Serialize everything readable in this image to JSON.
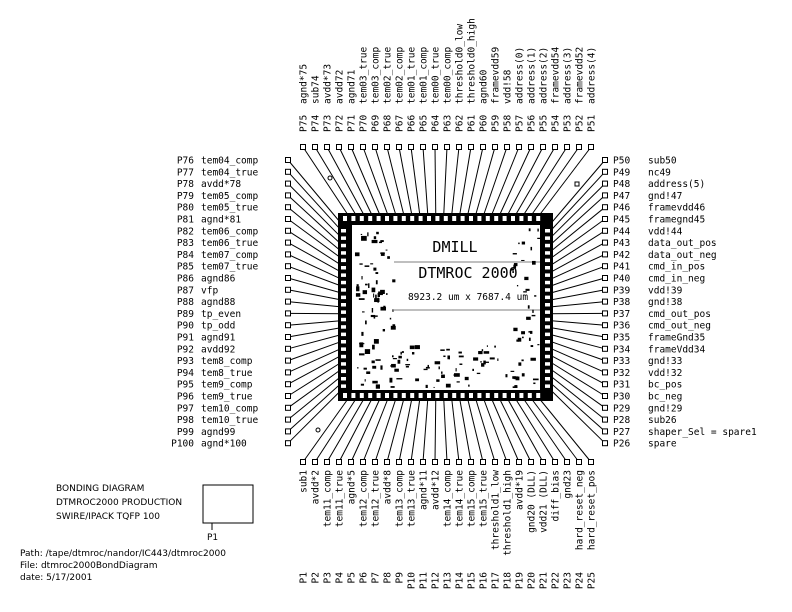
{
  "die": {
    "name1": "DMILL",
    "name2": "DTMROC 2000",
    "size": "8923.2 um x 7687.4 um"
  },
  "info_box": {
    "line1": "BONDING DIAGRAM",
    "line2": "DTMROC2000 PRODUCTION",
    "line3": "SWIRE/IPACK TQFP 100",
    "pin1_label": "P1"
  },
  "footer": {
    "path": "Path: /tape/dtmroc/nandor/IC443/dtmroc2000",
    "file": "File: dtmroc2000BondDiagram",
    "date": "date: 5/17/2001"
  },
  "pins_left": [
    {
      "num": "P76",
      "name": "tem04_comp"
    },
    {
      "num": "P77",
      "name": "tem04_true"
    },
    {
      "num": "P78",
      "name": "avdd*78"
    },
    {
      "num": "P79",
      "name": "tem05_comp"
    },
    {
      "num": "P80",
      "name": "tem05_true"
    },
    {
      "num": "P81",
      "name": "agnd*81"
    },
    {
      "num": "P82",
      "name": "tem06_comp"
    },
    {
      "num": "P83",
      "name": "tem06_true"
    },
    {
      "num": "P84",
      "name": "tem07_comp"
    },
    {
      "num": "P85",
      "name": "tem07_true"
    },
    {
      "num": "P86",
      "name": "agnd86"
    },
    {
      "num": "P87",
      "name": "vfp"
    },
    {
      "num": "P88",
      "name": "agnd88"
    },
    {
      "num": "P89",
      "name": "tp_even"
    },
    {
      "num": "P90",
      "name": "tp_odd"
    },
    {
      "num": "P91",
      "name": "agnd91"
    },
    {
      "num": "P92",
      "name": "avdd92"
    },
    {
      "num": "P93",
      "name": "tem8_comp"
    },
    {
      "num": "P94",
      "name": "tem8_true"
    },
    {
      "num": "P95",
      "name": "tem9_comp"
    },
    {
      "num": "P96",
      "name": "tem9_true"
    },
    {
      "num": "P97",
      "name": "tem10_comp"
    },
    {
      "num": "P98",
      "name": "tem10_true"
    },
    {
      "num": "P99",
      "name": "agnd99"
    },
    {
      "num": "P100",
      "name": "agnd*100"
    }
  ],
  "pins_right": [
    {
      "num": "P50",
      "name": "sub50"
    },
    {
      "num": "P49",
      "name": "nc49"
    },
    {
      "num": "P48",
      "name": "address(5)"
    },
    {
      "num": "P47",
      "name": "gnd!47"
    },
    {
      "num": "P46",
      "name": "framevdd46"
    },
    {
      "num": "P45",
      "name": "framegnd45"
    },
    {
      "num": "P44",
      "name": "vdd!44"
    },
    {
      "num": "P43",
      "name": "data_out_pos"
    },
    {
      "num": "P42",
      "name": "data_out_neg"
    },
    {
      "num": "P41",
      "name": "cmd_in_pos"
    },
    {
      "num": "P40",
      "name": "cmd_in_neg"
    },
    {
      "num": "P39",
      "name": "vdd!39"
    },
    {
      "num": "P38",
      "name": "gnd!38"
    },
    {
      "num": "P37",
      "name": "cmd_out_pos"
    },
    {
      "num": "P36",
      "name": "cmd_out_neg"
    },
    {
      "num": "P35",
      "name": "frameGnd35"
    },
    {
      "num": "P34",
      "name": "frameVdd34"
    },
    {
      "num": "P33",
      "name": "gnd!33"
    },
    {
      "num": "P32",
      "name": "vdd!32"
    },
    {
      "num": "P31",
      "name": "bc_pos"
    },
    {
      "num": "P30",
      "name": "bc_neg"
    },
    {
      "num": "P29",
      "name": "gnd!29"
    },
    {
      "num": "P28",
      "name": "sub26"
    },
    {
      "num": "P27",
      "name": "shaper_Sel = spare1"
    },
    {
      "num": "P26",
      "name": "spare"
    }
  ],
  "pins_top": [
    {
      "num": "P75",
      "name": "agnd*75"
    },
    {
      "num": "P74",
      "name": "sub74"
    },
    {
      "num": "P73",
      "name": "avdd*73"
    },
    {
      "num": "P72",
      "name": "avdd72"
    },
    {
      "num": "P71",
      "name": "agnd71"
    },
    {
      "num": "P70",
      "name": "tem03_true"
    },
    {
      "num": "P69",
      "name": "tem03_comp"
    },
    {
      "num": "P68",
      "name": "tem02_true"
    },
    {
      "num": "P67",
      "name": "tem02_comp"
    },
    {
      "num": "P66",
      "name": "tem01_true"
    },
    {
      "num": "P65",
      "name": "tem01_comp"
    },
    {
      "num": "P64",
      "name": "tem00_true"
    },
    {
      "num": "P63",
      "name": "tem00_comp"
    },
    {
      "num": "P62",
      "name": "threshold0_low"
    },
    {
      "num": "P61",
      "name": "threshold0_high"
    },
    {
      "num": "P60",
      "name": "agnd60"
    },
    {
      "num": "P59",
      "name": "framevdd59"
    },
    {
      "num": "P58",
      "name": "vdd!58"
    },
    {
      "num": "P57",
      "name": "address(0)"
    },
    {
      "num": "P56",
      "name": "address(1)"
    },
    {
      "num": "P55",
      "name": "address(2)"
    },
    {
      "num": "P54",
      "name": "framevdd54"
    },
    {
      "num": "P53",
      "name": "address(3)"
    },
    {
      "num": "P52",
      "name": "framevdd52"
    },
    {
      "num": "P51",
      "name": "address(4)"
    }
  ],
  "pins_bottom": [
    {
      "num": "P1",
      "name": "sub1"
    },
    {
      "num": "P2",
      "name": "avdd*2"
    },
    {
      "num": "P3",
      "name": "tem11_comp"
    },
    {
      "num": "P4",
      "name": "tem11_true"
    },
    {
      "num": "P5",
      "name": "agnd*5"
    },
    {
      "num": "P6",
      "name": "tem12_comp"
    },
    {
      "num": "P7",
      "name": "tem12_true"
    },
    {
      "num": "P8",
      "name": "avdd*8"
    },
    {
      "num": "P9",
      "name": "tem13_comp"
    },
    {
      "num": "P10",
      "name": "tem13_true"
    },
    {
      "num": "P11",
      "name": "agnd*11"
    },
    {
      "num": "P12",
      "name": "avdd*12"
    },
    {
      "num": "P13",
      "name": "tem14_comp"
    },
    {
      "num": "P14",
      "name": "tem14_true"
    },
    {
      "num": "P15",
      "name": "tem15_comp"
    },
    {
      "num": "P16",
      "name": "tem15_true"
    },
    {
      "num": "P17",
      "name": "threshold1_low"
    },
    {
      "num": "P18",
      "name": "threshold1_high"
    },
    {
      "num": "P19",
      "name": "avdd*19"
    },
    {
      "num": "P20",
      "name": "gnd20 (DLL)"
    },
    {
      "num": "P21",
      "name": "vdd21 (DLL)"
    },
    {
      "num": "P22",
      "name": "diff_bias"
    },
    {
      "num": "P23",
      "name": "gnd23"
    },
    {
      "num": "P24",
      "name": "hard_reset_neg"
    },
    {
      "num": "P25",
      "name": "hard_reset_pos"
    }
  ]
}
